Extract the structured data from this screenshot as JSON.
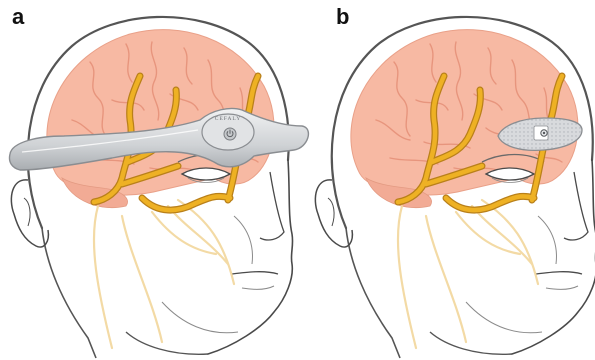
{
  "panels": [
    {
      "label": "a",
      "device_text": "CEFALY"
    },
    {
      "label": "b"
    }
  ],
  "colors": {
    "brain": "#f7b9a3",
    "brain_folds": "#e58f77",
    "nerve": "#eeb124",
    "nerve_outline": "#b9801a",
    "nerve_faint": "#f2d79c",
    "device": "#d4d6d9",
    "device_outline": "#8a8d91",
    "face_outline": "#4a4a4a",
    "head_outline": "#555555"
  },
  "icons": [
    "power-icon"
  ]
}
